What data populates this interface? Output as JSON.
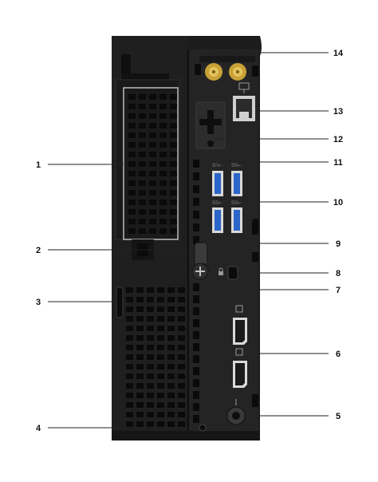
{
  "diagram": {
    "callouts": [
      "1",
      "2",
      "3",
      "4",
      "5",
      "6",
      "7",
      "8",
      "9",
      "10",
      "11",
      "12",
      "13",
      "14"
    ],
    "port_markings": {
      "usb_superspeed_1": "SS⇠",
      "usb_superspeed_2": "SS⇠",
      "usb_superspeed_3": "SS⇠",
      "usb_superspeed_4": "SS⇠"
    },
    "colors": {
      "chassis": "#1c1c1c",
      "panel": "#262626",
      "vent_hole": "#0a0a0a",
      "usb_blue": "#2a66c9",
      "antenna_gold": "#c8a136",
      "leader": "#222222"
    }
  }
}
